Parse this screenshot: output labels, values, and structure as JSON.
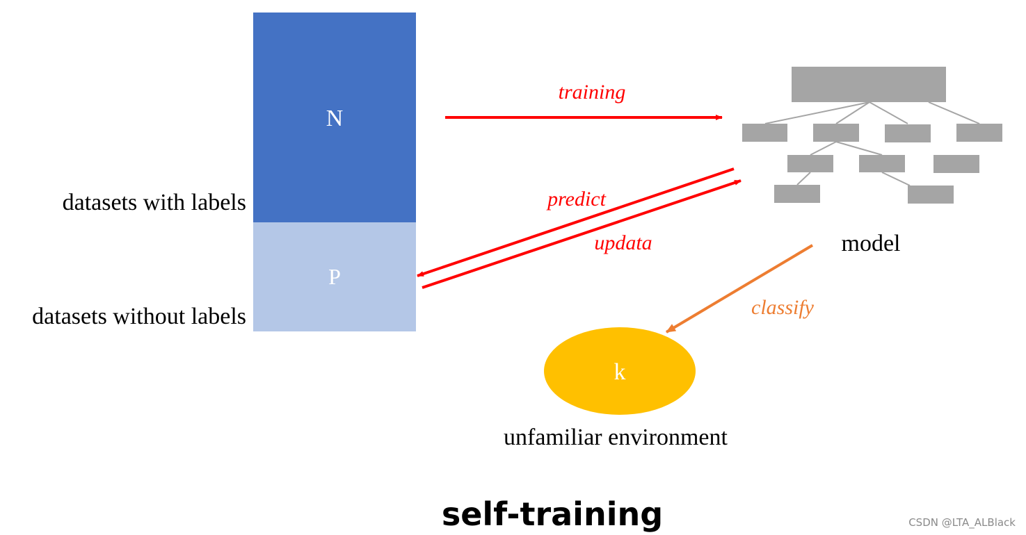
{
  "datasets": {
    "labeled": {
      "block_label": "N",
      "caption": "datasets with labels",
      "color": "#4472C4"
    },
    "unlabeled": {
      "block_label": "P",
      "caption": "datasets without labels",
      "color": "#B4C7E7"
    }
  },
  "model": {
    "caption": "model",
    "box_color": "#A5A5A5",
    "line_color": "#A5A5A5"
  },
  "environment": {
    "block_label": "k",
    "caption": "unfamiliar environment",
    "color": "#FFC000"
  },
  "arrows": {
    "training": {
      "label": "training",
      "color": "#FF0000"
    },
    "predict": {
      "label": "predict",
      "color": "#FF0000"
    },
    "updata": {
      "label": "updata",
      "color": "#FF0000"
    },
    "classify": {
      "label": "classify",
      "color": "#ED7D31"
    }
  },
  "title": "self-training",
  "watermark": "CSDN @LTA_ALBlack"
}
